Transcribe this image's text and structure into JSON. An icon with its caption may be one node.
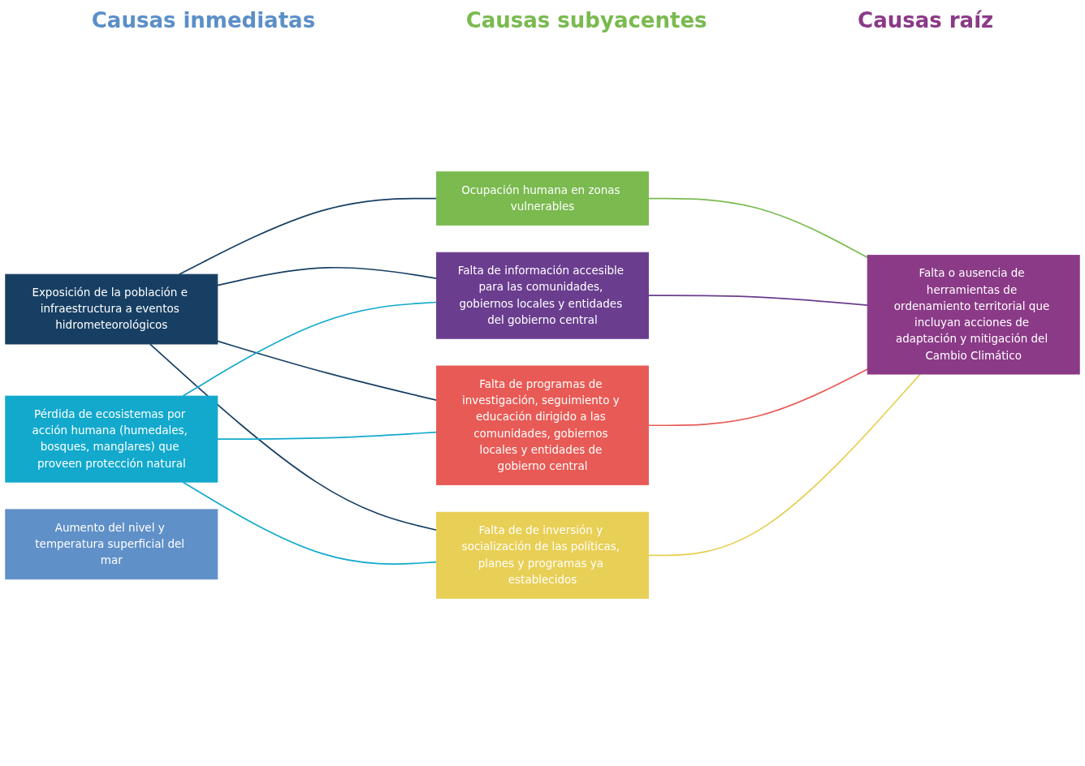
{
  "diagram": {
    "nodes": [
      {
        "text": [
          "Aumento del nivel y temperatura superficial del mar"
        ]
      },
      {
        "text": [
          "Pérdida de ecosistemas por acción humana (humedales, bosques, manglares) que proveen protección natural"
        ]
      },
      {
        "text": [
          "Exposición de la población e infraestructura a eventos hidrometeorológicos"
        ]
      },
      {
        "text": [
          "Ocupación humana en zonas vulnerables"
        ]
      },
      {
        "text": [
          "Falta de información accesible para las comunidades, gobiernos locales y entidades del gobierno central"
        ]
      },
      {
        "text": [
          "Falta de programas de investigación, seguimiento y educación dirigido a las comunidades, gobiernos locales y entidades de gobierno central"
        ]
      },
      {
        "text": [
          "Falta de de inversión y socialización de las políticas, planes y programas ya establecidos"
        ]
      },
      {
        "text": [
          "Falta o ausencia de herramientas de ordenamiento territorial que incluyan acciones de adaptación y mitigación del Cambio Climático"
        ]
      }
    ],
    "edges": [
      {
        "from": 2,
        "to": 3,
        "arrow": "none",
        "color": "#173f63"
      },
      {
        "from": 2,
        "to": 4,
        "arrow": "none",
        "color": "#173f63"
      },
      {
        "from": 2,
        "to": 5,
        "arrow": "none",
        "color": "#173f63"
      },
      {
        "from": 2,
        "to": 6,
        "arrow": "none",
        "color": "#173f63"
      },
      {
        "from": 1,
        "to": 4,
        "arrow": "none",
        "color": "#12a9cd"
      },
      {
        "from": 1,
        "to": 5,
        "arrow": "none",
        "color": "#12a9cd"
      },
      {
        "from": 1,
        "to": 6,
        "arrow": "none",
        "color": "#12a9cd"
      },
      {
        "from": 3,
        "to": 7,
        "arrow": "none",
        "color": "#7aba4f"
      },
      {
        "from": 4,
        "to": 7,
        "arrow": "none",
        "color": "#6a3d8f"
      },
      {
        "from": 5,
        "to": 7,
        "arrow": "none",
        "color": "#e85a55"
      },
      {
        "from": 6,
        "to": 7,
        "arrow": "none",
        "color": "#e8cf55"
      }
    ],
    "labels": [
      "Causas inmediatas",
      "Causas subyacentes",
      "Causas raíz"
    ]
  }
}
